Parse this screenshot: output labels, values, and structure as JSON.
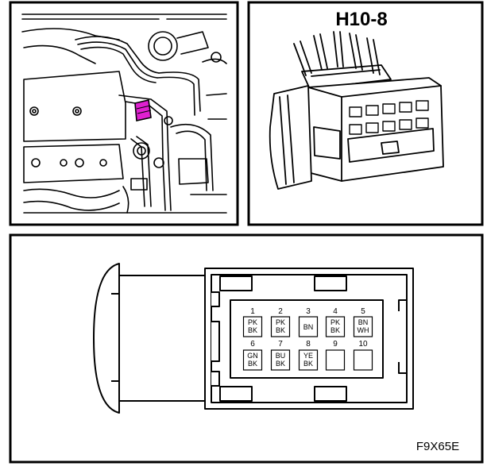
{
  "connector": {
    "title": "H10-8"
  },
  "figure_id": "F9X65E",
  "pins": [
    {
      "num": "1",
      "lines": [
        "PK",
        "BK"
      ]
    },
    {
      "num": "2",
      "lines": [
        "PK",
        "BK"
      ]
    },
    {
      "num": "3",
      "lines": [
        "BN"
      ]
    },
    {
      "num": "4",
      "lines": [
        "PK",
        "BK"
      ]
    },
    {
      "num": "5",
      "lines": [
        "BN",
        "WH"
      ]
    },
    {
      "num": "6",
      "lines": [
        "GN",
        "BK"
      ]
    },
    {
      "num": "7",
      "lines": [
        "BU",
        "BK"
      ]
    },
    {
      "num": "8",
      "lines": [
        "YE",
        "BK"
      ]
    },
    {
      "num": "9",
      "lines": []
    },
    {
      "num": "10",
      "lines": []
    }
  ],
  "colors": {
    "line": "#000000",
    "background": "#ffffff",
    "highlight": "#e020d0"
  }
}
